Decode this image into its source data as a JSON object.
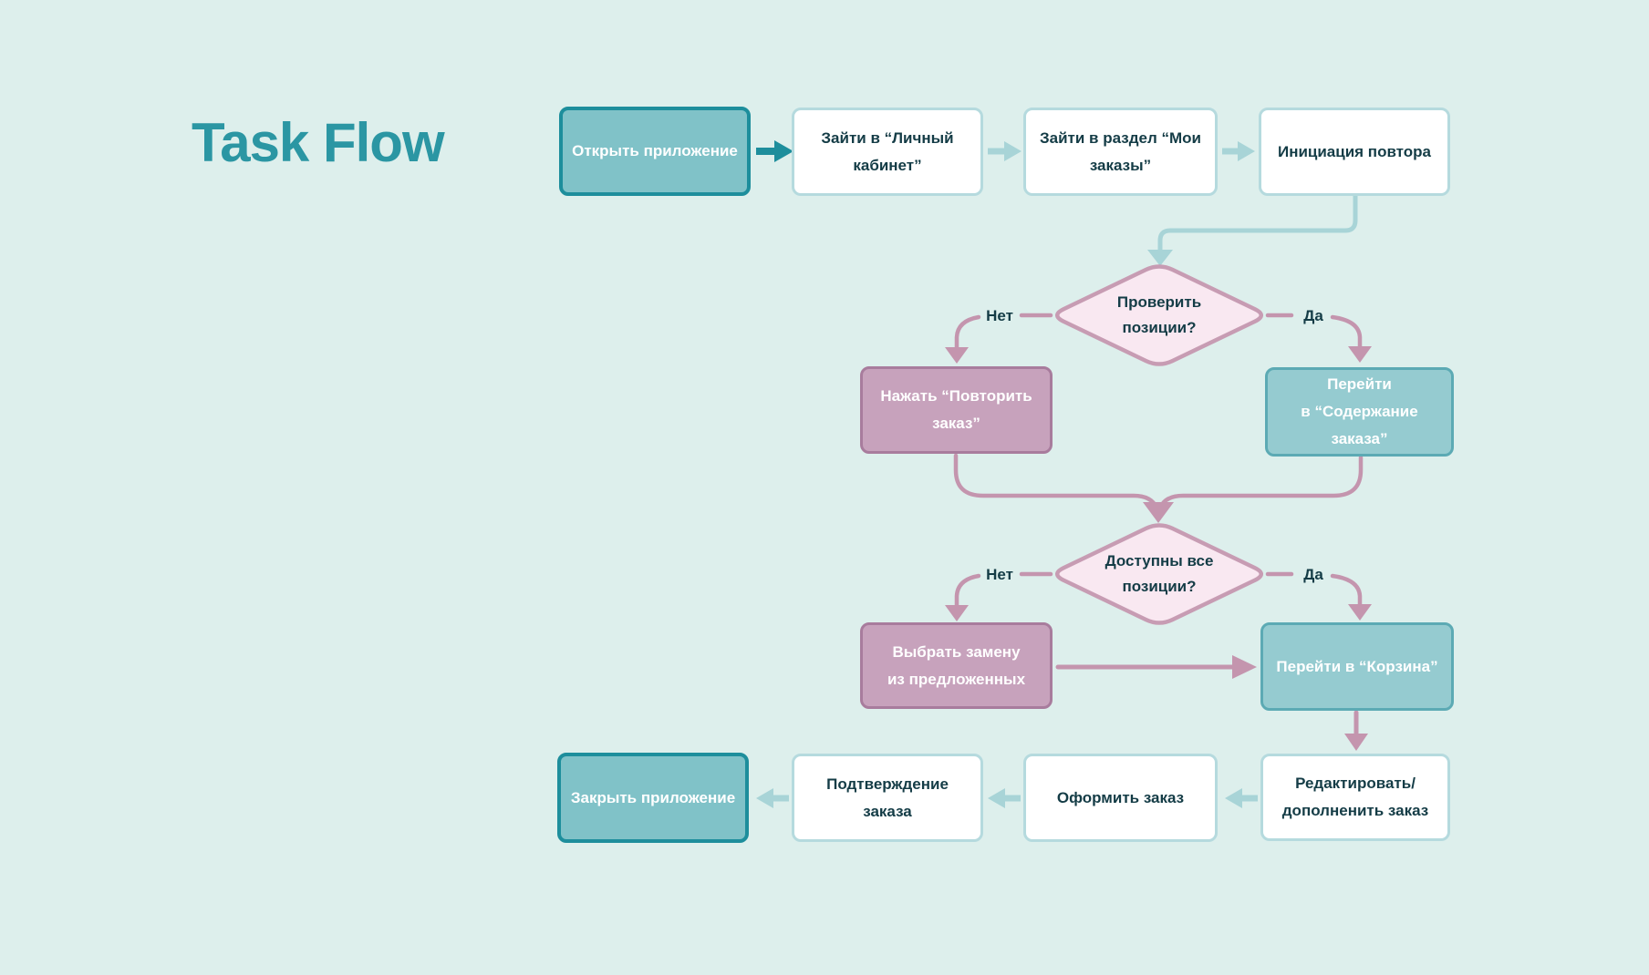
{
  "title": "Task Flow",
  "palette": {
    "background": "#ddefec",
    "title_teal": "#2b96a3",
    "teal_strong_fill": "#80c2c8",
    "teal_strong_border": "#1d8e9c",
    "teal_light_fill": "#95cbd0",
    "teal_light_border": "#5caab4",
    "pink_fill": "#c7a2bc",
    "pink_border": "#a87c9d",
    "diamond_fill": "#f9e8f1",
    "diamond_border": "#c79cb3",
    "arrow_teal_light": "#a8d4d7",
    "arrow_teal_dark": "#1d8e9c",
    "arrow_pink": "#c495ae",
    "text_dark": "#143c46"
  },
  "nodes": {
    "open_app": "Открыть приложение",
    "personal_account": "Зайти в “Личный\nкабинет”",
    "my_orders": "Зайти в раздел “Мои\nзаказы”",
    "repeat_init": "Инициация повтора",
    "press_repeat": "Нажать “Повторить\nзаказ”",
    "go_order_contents": "Перейти\nв “Содержание заказа”",
    "choose_replacement": "Выбрать замену\nиз предложенных",
    "go_cart": "Перейти в “Корзина”",
    "edit_order": "Редактировать/\nдополненить заказ",
    "checkout": "Оформить заказ",
    "order_confirmation": "Подтверждение заказа",
    "close_app": "Закрыть приложение"
  },
  "decisions": {
    "check_positions": "Проверить\nпозиции?",
    "all_positions_available": "Доступны все\nпозиции?"
  },
  "branch_labels": {
    "no": "Нет",
    "yes": "Да"
  }
}
